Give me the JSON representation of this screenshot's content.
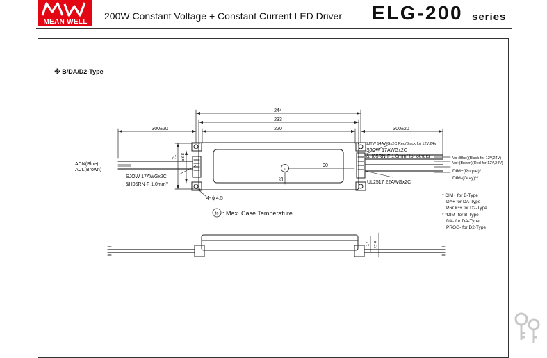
{
  "header": {
    "logo_text": "MEAN WELL",
    "subtitle": "200W Constant Voltage + Constant Current LED Driver",
    "model": "ELG-200",
    "series": "series"
  },
  "section": {
    "type_label": "※  B/DA/D2-Type"
  },
  "dimensions": {
    "overall_length": "244",
    "mid_length": "233",
    "mount_spacing": "220",
    "left_cable": "300±20",
    "right_cable": "300±20",
    "height_71": "71",
    "height_53_8": "53.8",
    "dim_90": "90",
    "dim_32": "32",
    "hole": "4- ϕ 4.5",
    "side_17": "17",
    "side_37_5": "37.5"
  },
  "labels": {
    "acn": "ACN(Blue)",
    "acl": "ACL(Brown)",
    "sjow_left_1": "SJOW 17AWGx2C",
    "sjow_left_2": "&H05RN-F 1.0mm²",
    "sjtw": "SJTW 14AWGx2C Red/Black for 12V,24V",
    "sjow_right_1": "SJOW 17AWGx2C",
    "sjow_right_2": "&H05RN-F 1.0mm² for others",
    "ul": "UL2517  22AWGx2C",
    "vo_minus": "Vo-(Blue)(Black for 12V,24V)",
    "vo_plus": "Vo+(Brown)(Red for 12V,24V)",
    "dim_plus": "DIM+(Purple)*",
    "dim_minus": "DIM-(Gray)**",
    "tc_symbol": "tc",
    "tc_note": ": Max. Case Temperature"
  },
  "notes": [
    "* DIM+ for B-Type",
    "DA+ for DA-Type",
    "PROG+ for D2-Type",
    "* *DIM- for B-Type",
    "DA- for DA-Type",
    "PROG- for D2-Type"
  ],
  "colors": {
    "brand_red": "#e30613",
    "line": "#222222"
  }
}
